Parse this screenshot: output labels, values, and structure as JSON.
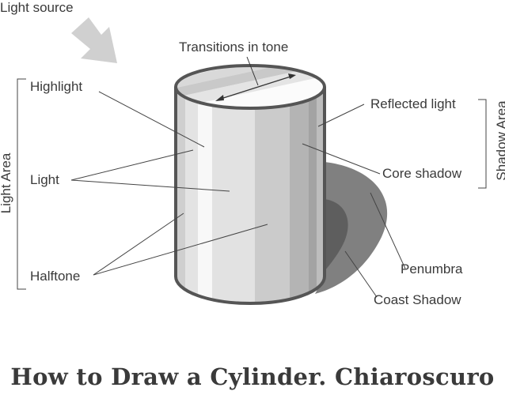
{
  "labels": {
    "light_source": "Light source",
    "transitions": "Transitions in tone",
    "highlight": "Highlight",
    "light": "Light",
    "halftone": "Halftone",
    "reflected_light": "Reflected light",
    "core_shadow": "Core shadow",
    "penumbra": "Penumbra",
    "coast_shadow": "Coast Shadow",
    "light_area": "Light Area",
    "shadow_area": "Shadow Area"
  },
  "title": "How to Draw a Cylinder. Chiaroscuro",
  "colors": {
    "text": "#3a3a3a",
    "outline": "#555555",
    "arrow": "#d0d0d0",
    "cast_shadow_outer": "#808080",
    "cast_shadow_inner": "#5e5e5e"
  }
}
